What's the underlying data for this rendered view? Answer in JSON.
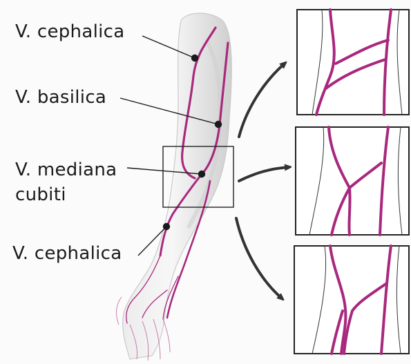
{
  "labels": {
    "cephalica_top": "V. cephalica",
    "basilica": "V. basilica",
    "mediana_line1": "V. mediana",
    "mediana_line2": "cubiti",
    "cephalica_bottom": "V. cephalica"
  },
  "colors": {
    "vein": "#a8287e",
    "leader_line": "#1a1a1a",
    "skin_shade": "#d8d8d8",
    "frame": "#222222",
    "arrow": "#333333"
  },
  "panels": [
    {
      "variant": "M-shaped pattern"
    },
    {
      "variant": "Y-shaped pattern"
    },
    {
      "variant": "oblique connecting vein"
    }
  ]
}
